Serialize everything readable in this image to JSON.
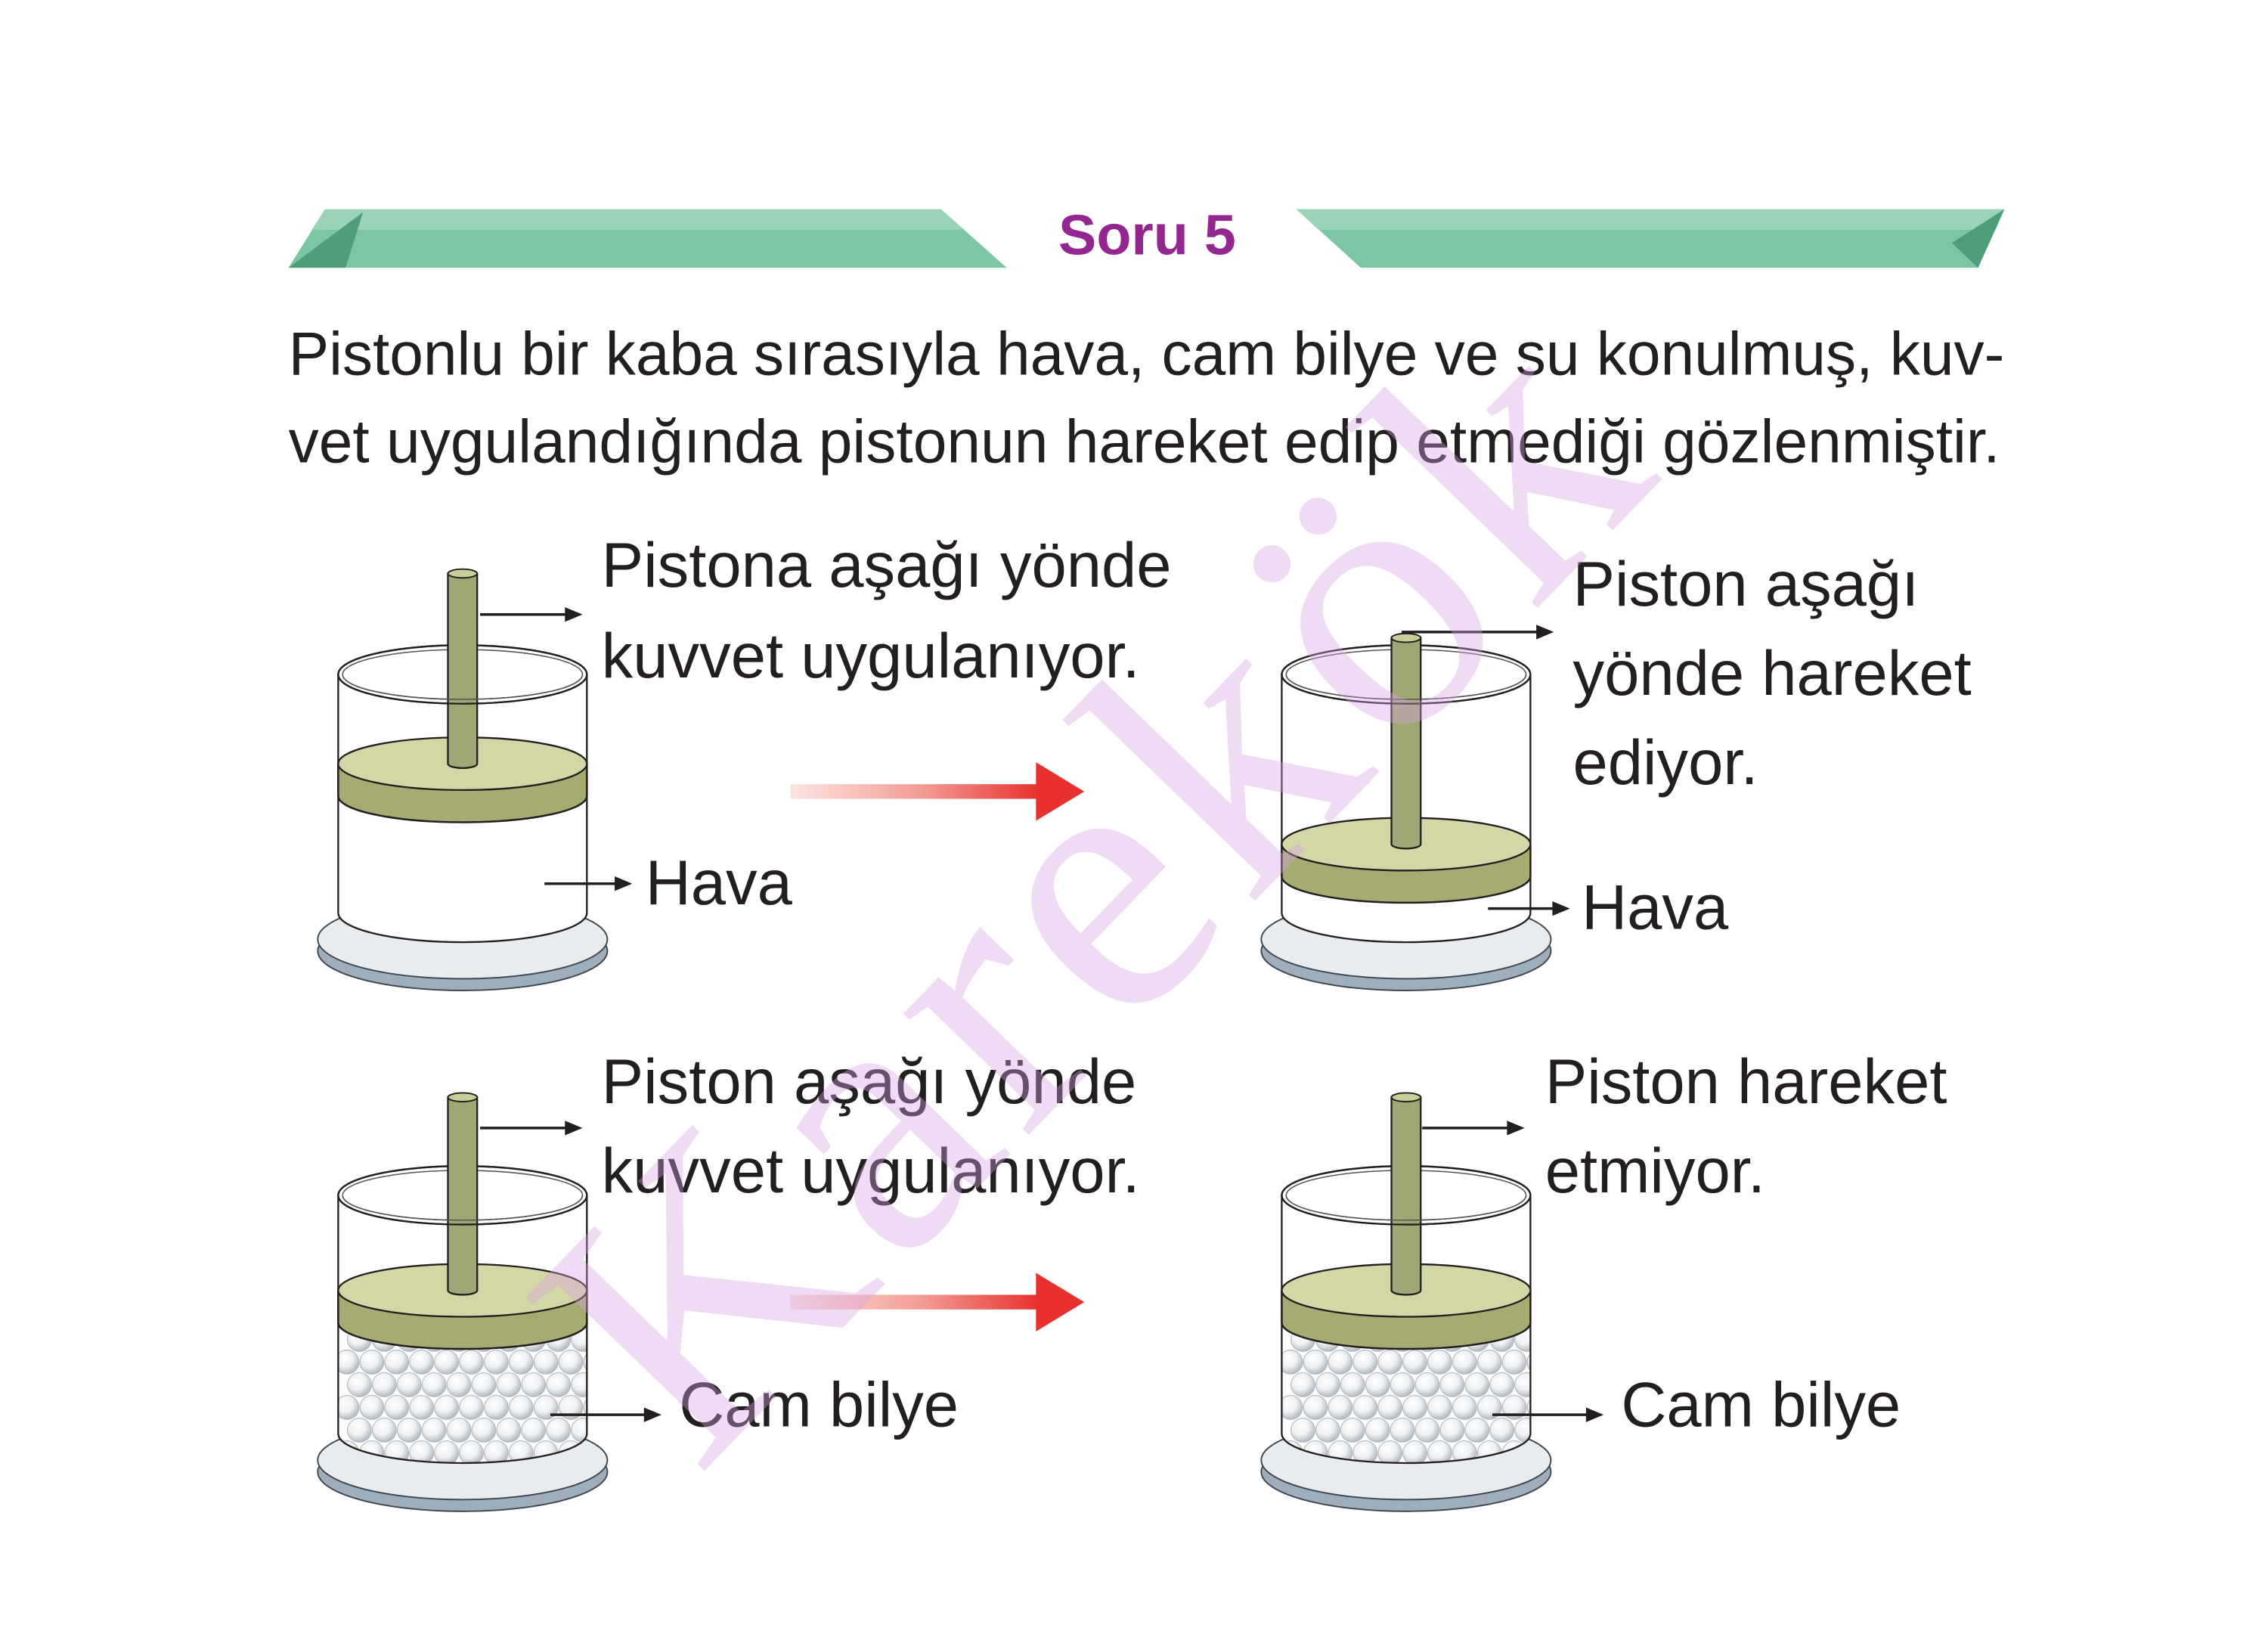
{
  "header": {
    "title": "Soru 5"
  },
  "question": {
    "lines": [
      "Pistonlu bir kaba sırasıyla hava, cam bilye ve su konulmuş, kuv-",
      "vet uygulandığında pistonun hareket edip etmediği gözlenmiştir."
    ]
  },
  "experiments": [
    {
      "before": {
        "label_lines": [
          "Pistona aşağı yönde",
          "kuvvet uygulanıyor."
        ],
        "contents_label": "Hava"
      },
      "after": {
        "label_lines": [
          "Piston aşağı",
          "yönde hareket",
          "ediyor."
        ],
        "contents_label": "Hava"
      }
    },
    {
      "before": {
        "label_lines": [
          "Piston aşağı yönde",
          "kuvvet uygulanıyor."
        ],
        "contents_label": "Cam bilye"
      },
      "after": {
        "label_lines": [
          "Piston hareket",
          "etmiyor."
        ],
        "contents_label": "Cam bilye"
      }
    }
  ],
  "watermark": "Karekök",
  "colors": {
    "title": "#93278F",
    "banner": "#7DC6A3",
    "push_arrow": "#E8312F",
    "watermark": "#D7A0E1"
  }
}
